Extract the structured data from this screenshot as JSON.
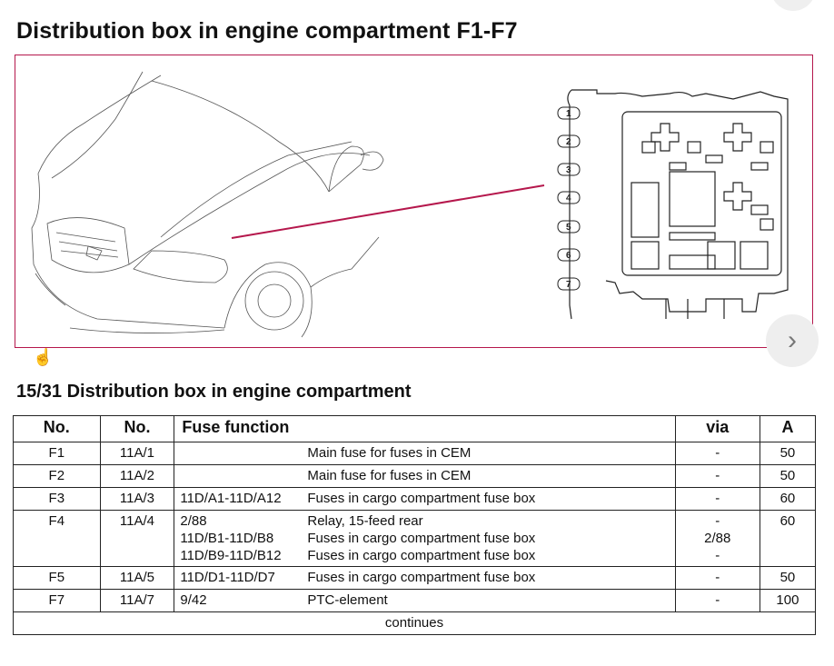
{
  "page_title": "Distribution box in engine compartment F1-F7",
  "section_title": "15/31 Distribution box in engine compartment",
  "figure": {
    "callouts": [
      "1",
      "2",
      "3",
      "4",
      "5",
      "6",
      "7"
    ],
    "image_id": "G030426",
    "accent_color": "#b5174c"
  },
  "table": {
    "headers": {
      "no": "No.",
      "no2": "No.",
      "function": "Fuse function",
      "via": "via",
      "amp": "A"
    },
    "rows": [
      {
        "no": "F1",
        "no2": "11A/1",
        "code": [
          ""
        ],
        "desc": [
          "Main fuse for fuses in CEM"
        ],
        "via": [
          "-"
        ],
        "amp": "50"
      },
      {
        "no": "F2",
        "no2": "11A/2",
        "code": [
          ""
        ],
        "desc": [
          "Main fuse for fuses in CEM"
        ],
        "via": [
          "-"
        ],
        "amp": "50"
      },
      {
        "no": "F3",
        "no2": "11A/3",
        "code": [
          "11D/A1-11D/A12"
        ],
        "desc": [
          "Fuses in cargo compartment fuse box"
        ],
        "via": [
          "-"
        ],
        "amp": "60"
      },
      {
        "no": "F4",
        "no2": "11A/4",
        "code": [
          "2/88",
          "11D/B1-11D/B8",
          "11D/B9-11D/B12"
        ],
        "desc": [
          "Relay, 15-feed rear",
          "Fuses in cargo compartment fuse box",
          "Fuses in cargo compartment fuse box"
        ],
        "via": [
          "-",
          "2/88",
          "-"
        ],
        "amp": "60"
      },
      {
        "no": "F5",
        "no2": "11A/5",
        "code": [
          "11D/D1-11D/D7"
        ],
        "desc": [
          "Fuses in cargo compartment fuse box"
        ],
        "via": [
          "-"
        ],
        "amp": "50"
      },
      {
        "no": "F7",
        "no2": "11A/7",
        "code": [
          "9/42"
        ],
        "desc": [
          "PTC-element"
        ],
        "via": [
          "-"
        ],
        "amp": "100"
      }
    ],
    "continues": "continues"
  },
  "icons": {
    "next": "chevron-right-icon",
    "cursor": "hand-pointer-icon"
  }
}
